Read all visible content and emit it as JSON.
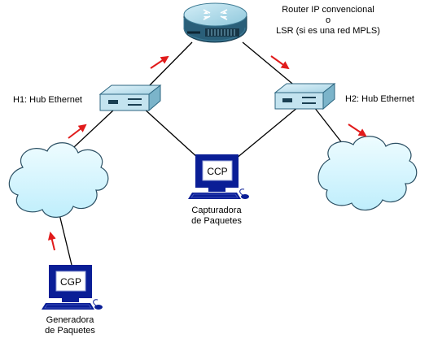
{
  "router": {
    "label_line1": "Router IP convencional",
    "label_line2": "o",
    "label_line3": "LSR (si es una red MPLS)"
  },
  "hub1": {
    "label": "H1: Hub Ethernet"
  },
  "hub2": {
    "label": "H2: Hub Ethernet"
  },
  "ccp": {
    "screen_text": "CCP",
    "label_line1": "Capturadora",
    "label_line2": "de Paquetes"
  },
  "cgp": {
    "screen_text": "CGP",
    "label_line1": "Generadora",
    "label_line2": "de Paquetes"
  },
  "colors": {
    "device_fill": "#bfe2f0",
    "device_dark": "#2a5f79",
    "cloud_fill": "#d8f6ff",
    "arrow": "#e11b1b",
    "computer_body": "#0a1e96"
  }
}
